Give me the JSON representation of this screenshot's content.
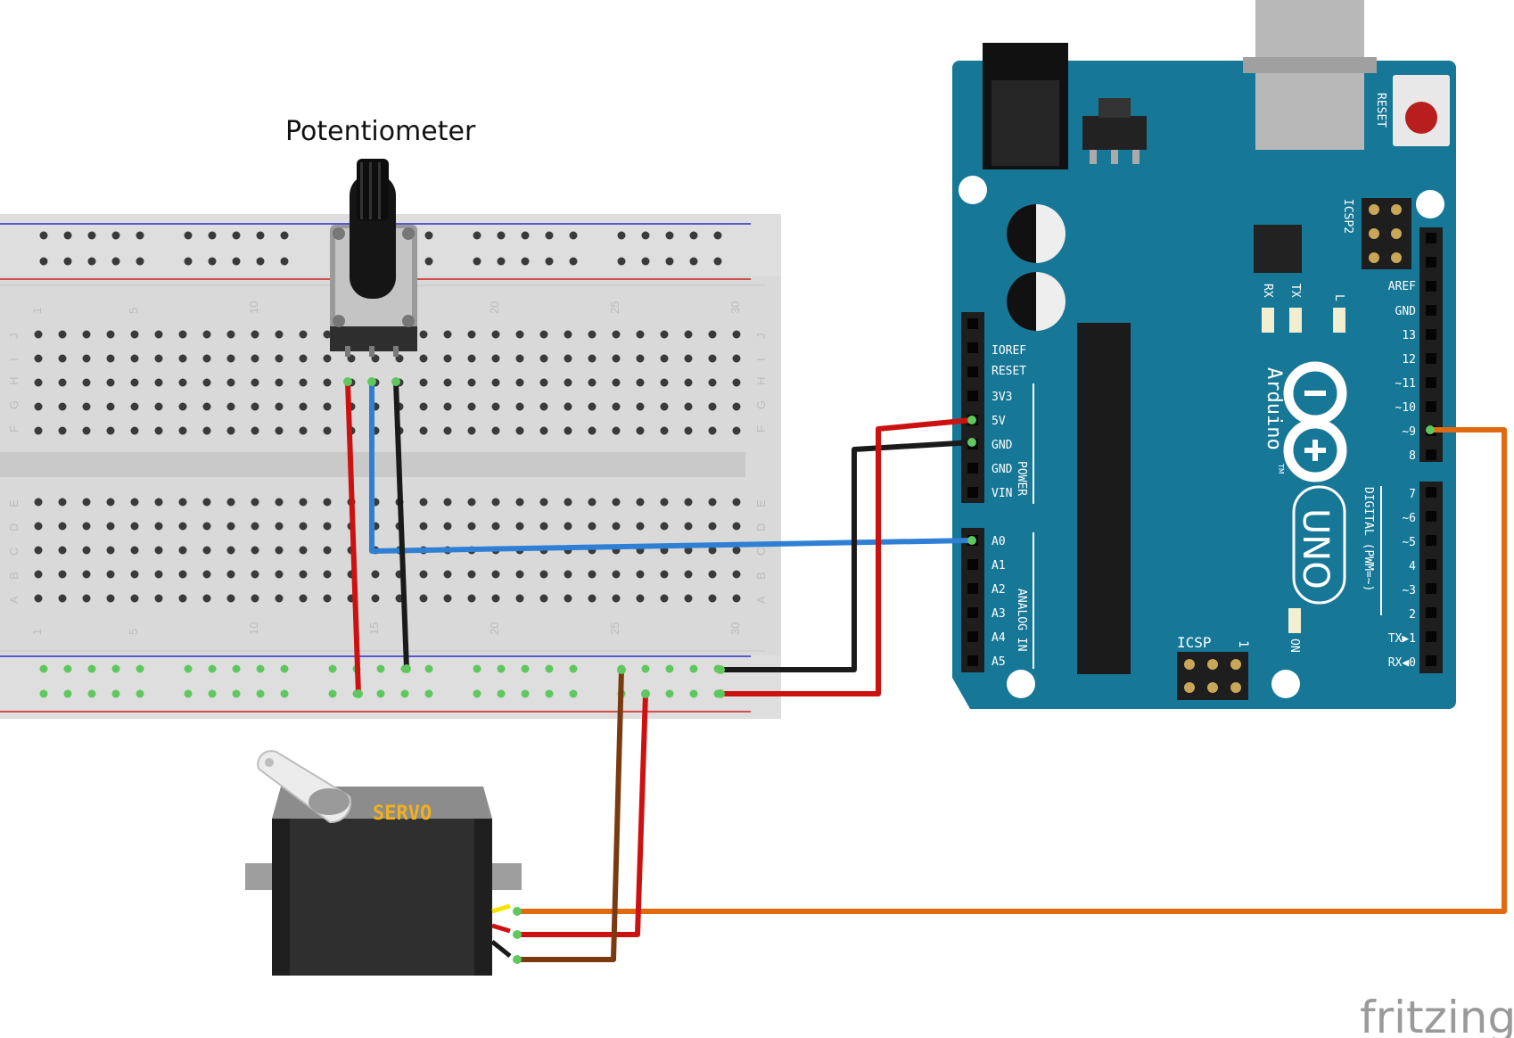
{
  "labels": {
    "potentiometer": "Potentiometer",
    "servo": "SERVO",
    "fritzing": "fritzing"
  },
  "breadboard": {
    "col_numbers": [
      "1",
      "5",
      "10",
      "15",
      "20",
      "25",
      "30"
    ],
    "rows_top": [
      "J",
      "I",
      "H",
      "G",
      "F"
    ],
    "rows_bottom": [
      "E",
      "D",
      "C",
      "B",
      "A"
    ]
  },
  "arduino": {
    "brand": "Arduino",
    "model": "UNO",
    "tm": "TM",
    "reset": "RESET",
    "icsp2": "ICSP2",
    "icsp": "ICSP",
    "icsp_one": "1",
    "on": "ON",
    "rx": "RX",
    "tx": "TX",
    "l": "L",
    "power": "POWER",
    "analog_in": "ANALOG IN",
    "digital_pwm": "DIGITAL (PWM=~)",
    "power_pins": [
      "IOREF",
      "RESET",
      "3V3",
      "5V",
      "GND",
      "GND",
      "VIN"
    ],
    "analog_pins": [
      "A0",
      "A1",
      "A2",
      "A3",
      "A4",
      "A5"
    ],
    "digital_pins_upper": [
      "AREF",
      "GND",
      "13",
      "12",
      "~11",
      "~10",
      "~9",
      "8"
    ],
    "digital_pins_lower": [
      "7",
      "~6",
      "~5",
      "4",
      "~3",
      "2",
      "TX▶1",
      "RX◀0"
    ]
  },
  "colors": {
    "board": "#167797",
    "wire_red": "#cc1111",
    "wire_black": "#1a1a1a",
    "wire_blue": "#2f7fd4",
    "wire_orange": "#e06a10",
    "wire_brown": "#7a3a0f",
    "servo_label": "#f0b020"
  }
}
